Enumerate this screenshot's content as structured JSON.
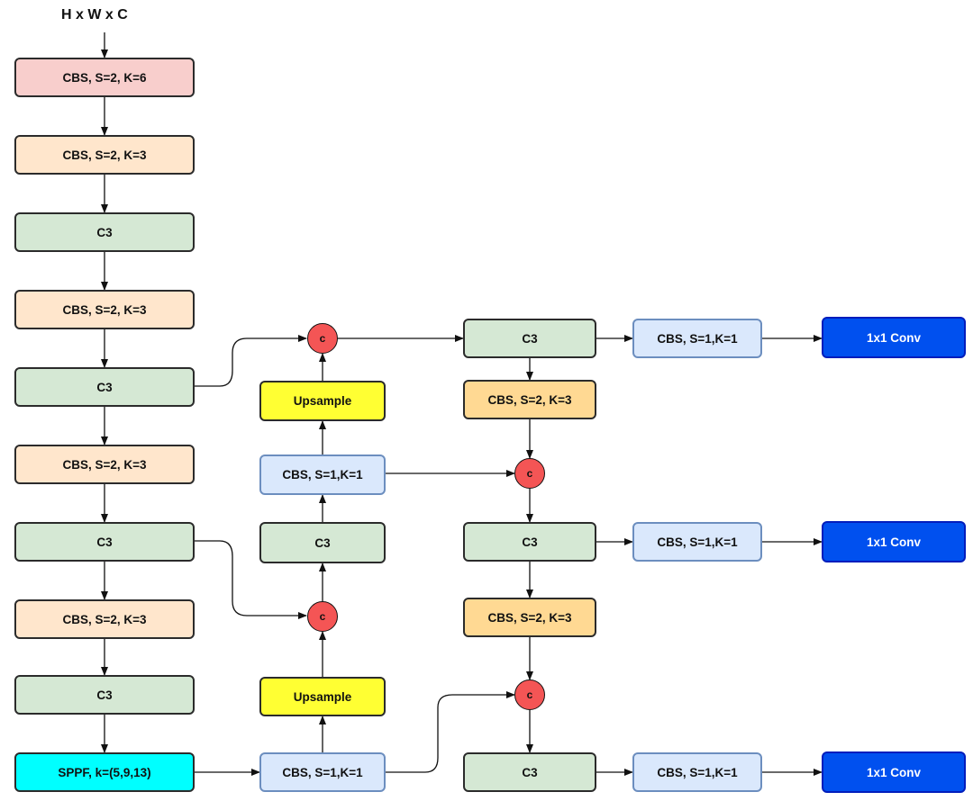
{
  "input_label": "H x W x C",
  "backbone": [
    {
      "label": "CBS, S=2, K=6"
    },
    {
      "label": "CBS, S=2, K=3"
    },
    {
      "label": "C3"
    },
    {
      "label": "CBS, S=2, K=3"
    },
    {
      "label": "C3"
    },
    {
      "label": "CBS, S=2, K=3"
    },
    {
      "label": "C3"
    },
    {
      "label": "CBS, S=2, K=3"
    },
    {
      "label": "C3"
    },
    {
      "label": "SPPF, k=(5,9,13)"
    }
  ],
  "neck": {
    "upsample_top": "Upsample",
    "cbs_mid": "CBS, S=1,K=1",
    "c3_mid": "C3",
    "upsample_bottom": "Upsample",
    "cbs_bottom": "CBS, S=1,K=1"
  },
  "concat_label": "c",
  "head": {
    "c3_top": "C3",
    "cbs_down_1": "CBS, S=2, K=3",
    "c3_mid": "C3",
    "cbs_down_2": "CBS, S=2, K=3",
    "c3_bottom": "C3"
  },
  "outputs": [
    {
      "cbs": "CBS, S=1,K=1",
      "conv": "1x1 Conv"
    },
    {
      "cbs": "CBS, S=1,K=1",
      "conv": "1x1 Conv"
    },
    {
      "cbs": "CBS, S=1,K=1",
      "conv": "1x1 Conv"
    }
  ],
  "colors": {
    "stem": "#f8cecc",
    "cbs_backbone": "#ffe6cc",
    "c3": "#d5e8d4",
    "sppf": "#00ffff",
    "upsample": "#ffff33",
    "cbs_neck": "#dae8fc",
    "cbs_head_down": "#ffd993",
    "conv_output": "#0050ef",
    "concat": "#f45555"
  }
}
